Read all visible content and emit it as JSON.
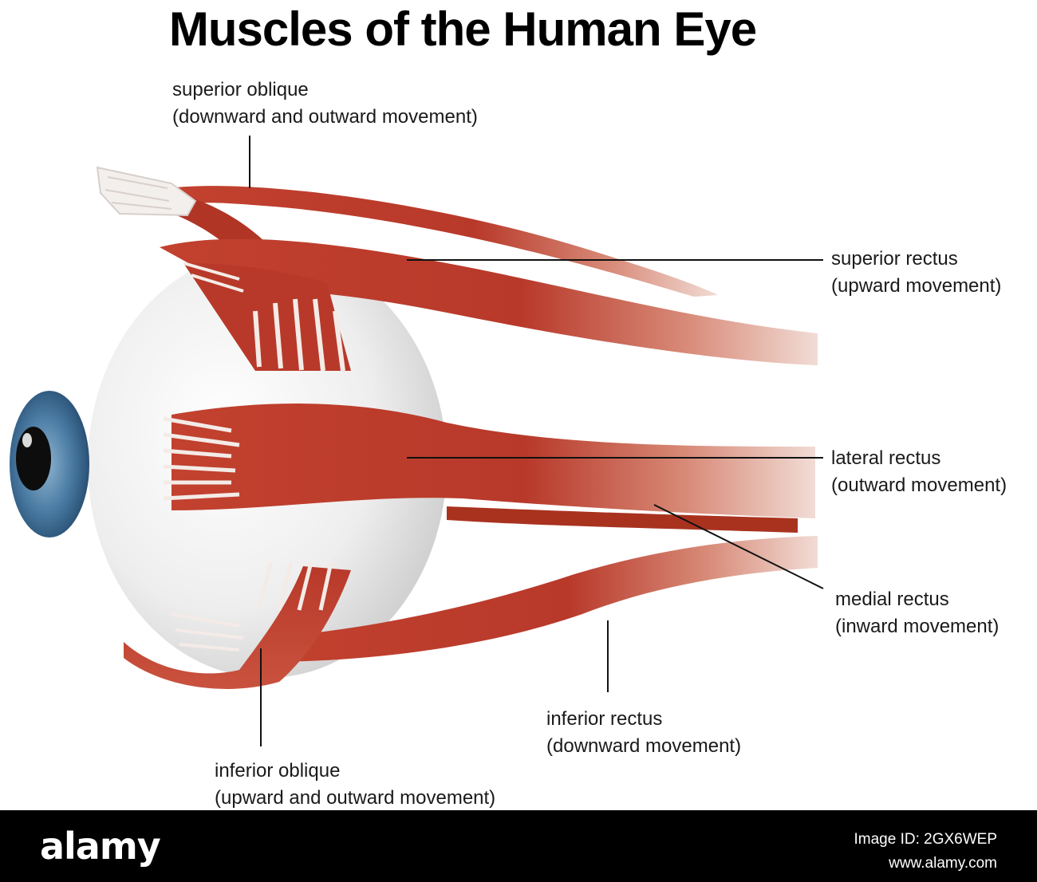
{
  "title": "Muscles of the Human Eye",
  "labels": {
    "superior_oblique": {
      "name": "superior oblique",
      "movement": "(downward and outward movement)"
    },
    "superior_rectus": {
      "name": "superior rectus",
      "movement": "(upward movement)"
    },
    "lateral_rectus": {
      "name": "lateral rectus",
      "movement": "(outward movement)"
    },
    "medial_rectus": {
      "name": "medial rectus",
      "movement": "(inward movement)"
    },
    "inferior_rectus": {
      "name": "inferior rectus",
      "movement": "(downward movement)"
    },
    "inferior_oblique": {
      "name": "inferior oblique",
      "movement": "(upward and outward movement)"
    }
  },
  "footer": {
    "brand": "alamy",
    "image_id": "Image ID: 2GX6WEP",
    "site": "www.alamy.com"
  },
  "colors": {
    "muscle": "#b8392a",
    "muscle_light": "#d4735f",
    "tendon": "#f2ebe8",
    "sclera": "#ececec",
    "iris": "#3d6e96",
    "pupil": "#0d0d0d"
  }
}
